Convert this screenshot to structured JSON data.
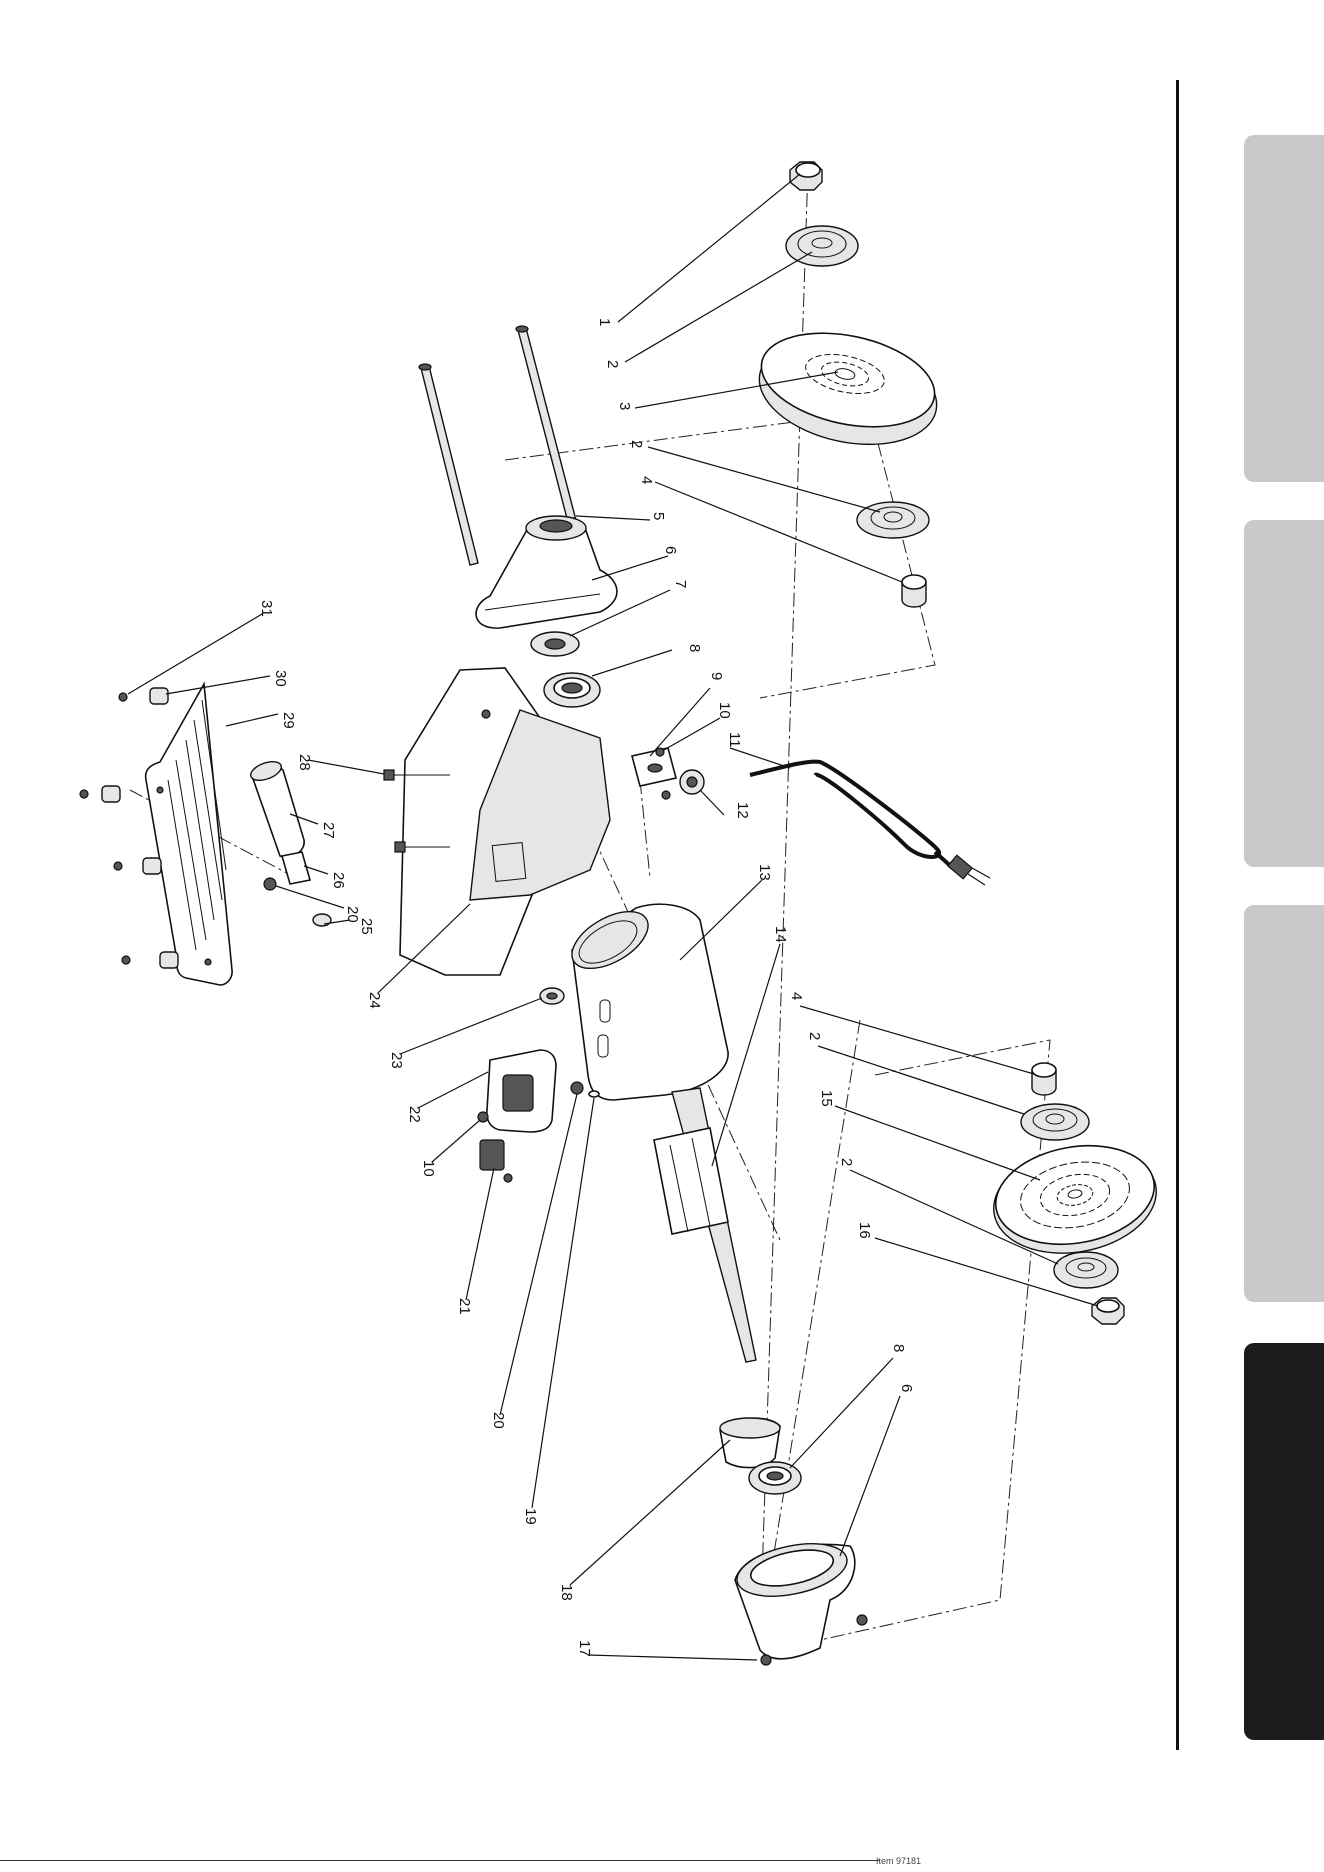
{
  "diagram": {
    "callout_numbers": [
      "1",
      "2",
      "3",
      "2",
      "4",
      "5",
      "6",
      "7",
      "8",
      "9",
      "10",
      "11",
      "12",
      "13",
      "14",
      "4",
      "2",
      "15",
      "2",
      "16",
      "8",
      "6",
      "17",
      "18",
      "19",
      "20",
      "21",
      "10",
      "22",
      "23",
      "24",
      "25",
      "20",
      "26",
      "27",
      "28",
      "29",
      "30",
      "31"
    ]
  },
  "side_tabs": [
    {
      "color": "#c9c9c9"
    },
    {
      "color": "#c9c9c9"
    },
    {
      "color": "#c9c9c9"
    },
    {
      "color": "#1c1c1c"
    }
  ],
  "footer": {
    "text": "Item 97181"
  }
}
